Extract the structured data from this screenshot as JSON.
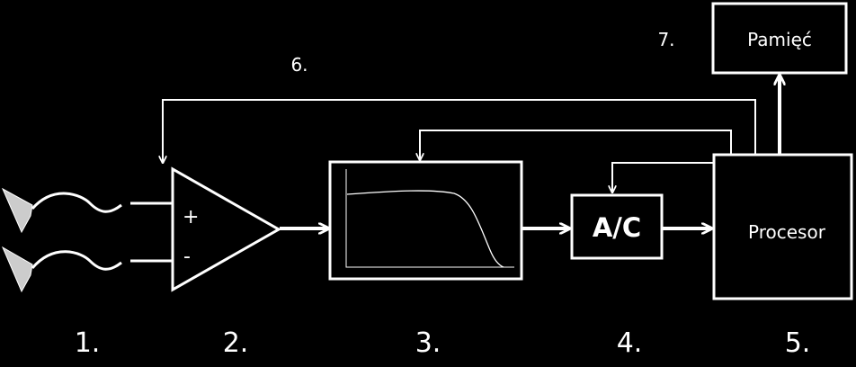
{
  "colors": {
    "background": "#000000",
    "stroke": "#ffffff"
  },
  "step_labels": [
    "1.",
    "2.",
    "3.",
    "4.",
    "5."
  ],
  "feedback_label": "6.",
  "memory_label": "7.",
  "amplifier": {
    "plus": "+",
    "minus": "-"
  },
  "adc": {
    "label": "A/C"
  },
  "processor": {
    "label": "Procesor"
  },
  "memory": {
    "label": "Pamięć"
  },
  "icons": [
    "electrode-icon",
    "electrode-icon",
    "amplifier-triangle",
    "filter-response-curve",
    "arrow-icon"
  ]
}
